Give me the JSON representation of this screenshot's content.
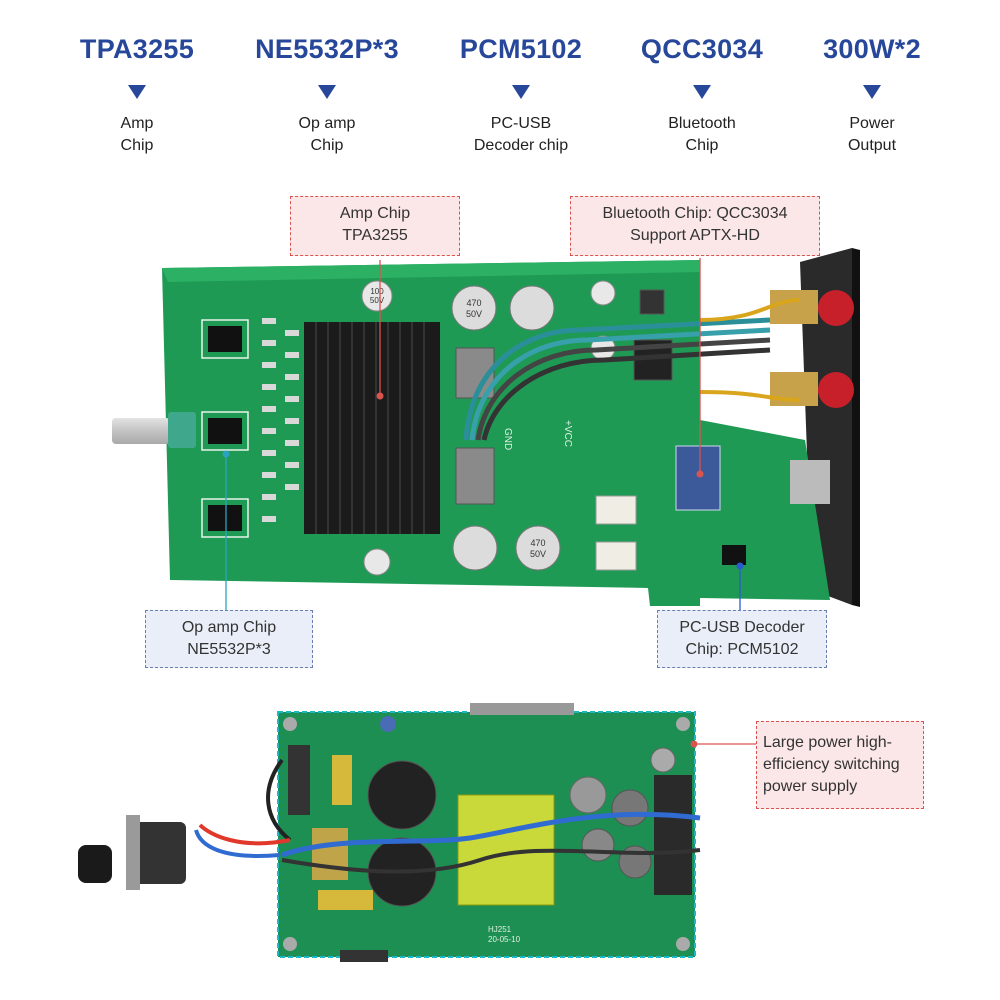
{
  "specs": [
    {
      "chip": "TPA3255",
      "desc_line1": "Amp",
      "desc_line2": "Chip"
    },
    {
      "chip": "NE5532P*3",
      "desc_line1": "Op amp",
      "desc_line2": "Chip"
    },
    {
      "chip": "PCM5102",
      "desc_line1": "PC-USB",
      "desc_line2": "Decoder chip"
    },
    {
      "chip": "QCC3034",
      "desc_line1": "Bluetooth",
      "desc_line2": "Chip"
    },
    {
      "chip": "300W*2",
      "desc_line1": "Power",
      "desc_line2": "Output"
    }
  ],
  "callouts": {
    "amp": {
      "line1": "Amp Chip",
      "line2": "TPA3255"
    },
    "bluetooth": {
      "line1": "Bluetooth Chip: QCC3034",
      "line2": "Support APTX-HD"
    },
    "opamp": {
      "line1": "Op amp Chip",
      "line2": "NE5532P*3"
    },
    "decoder": {
      "line1": "PC-USB Decoder",
      "line2": "Chip: PCM5102"
    },
    "psu": {
      "line1": "Large power high-",
      "line2": "efficiency switching",
      "line3": "power supply"
    }
  },
  "board_prints": {
    "cap1": "100",
    "cap1b": "50V",
    "cap470a": "470",
    "cap470b": "50V",
    "gnd": "GND",
    "vcc": "+VCC",
    "psu_date": "20-05-10",
    "psu_code": "HJ251"
  },
  "colors": {
    "accent": "#27479a",
    "pcb": "#1f9a55",
    "pcb_dark": "#137a40",
    "heatsink": "#1b1b1b"
  }
}
